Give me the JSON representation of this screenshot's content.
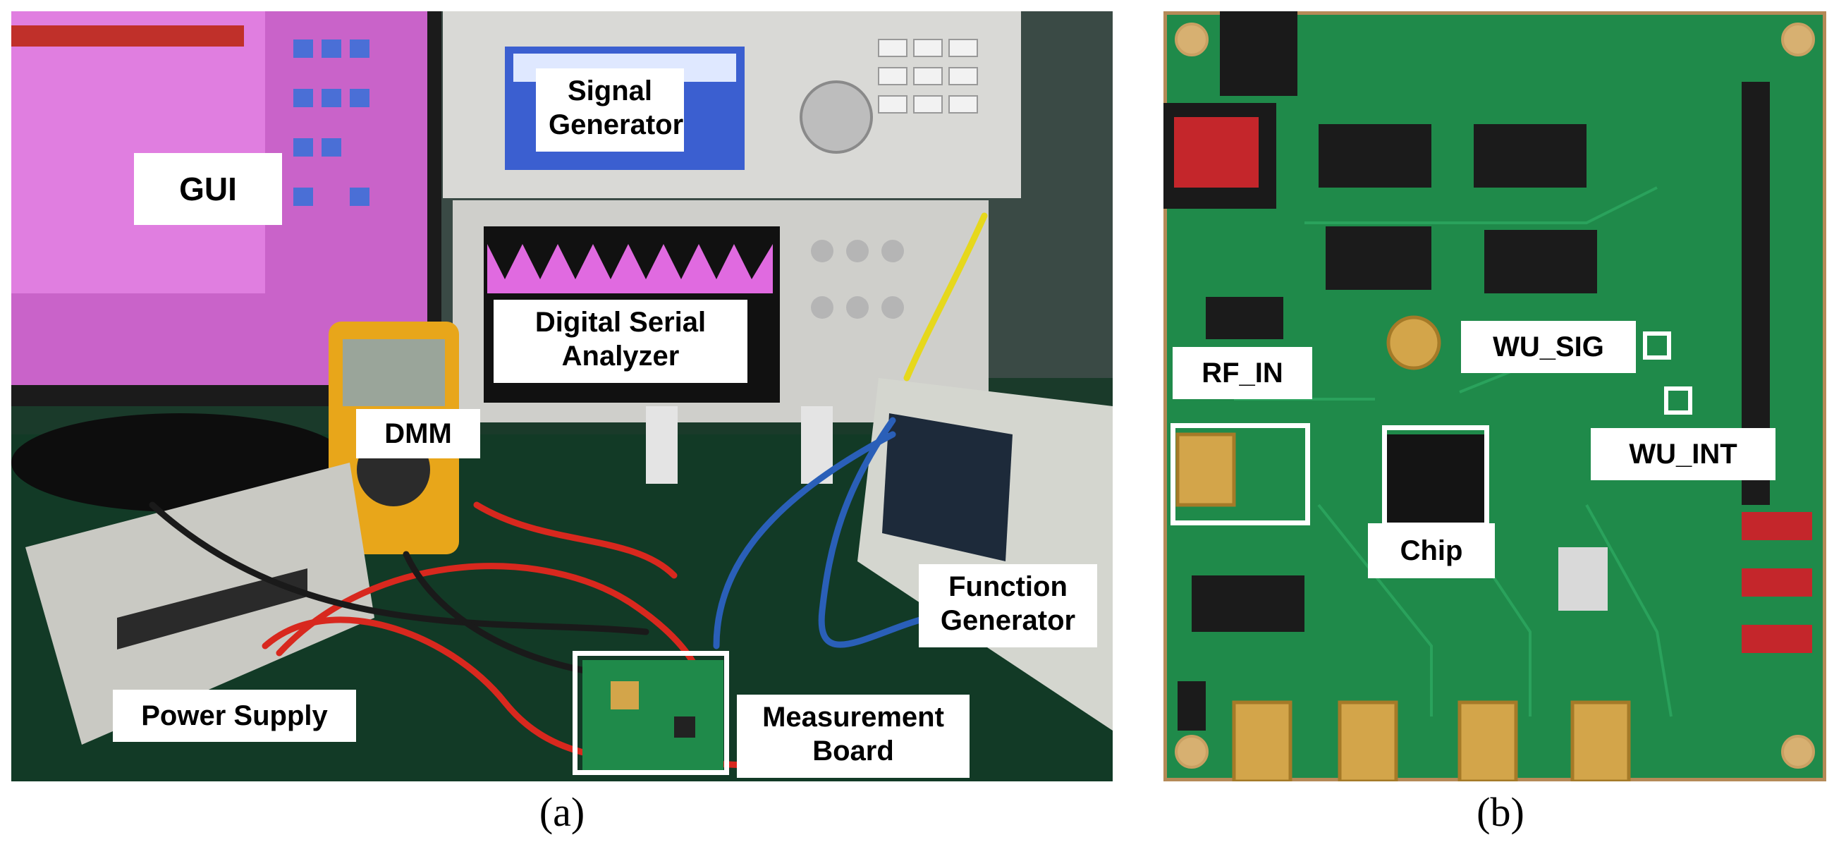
{
  "panel_a": {
    "labels": {
      "gui": "GUI",
      "signal_generator": [
        "Signal",
        "Generator"
      ],
      "digital_serial_analyzer": [
        "Digital Serial",
        "Analyzer"
      ],
      "dmm": "DMM",
      "power_supply": "Power Supply",
      "function_generator": [
        "Function",
        "Generator"
      ],
      "measurement_board": [
        "Measurement",
        "Board"
      ]
    },
    "caption": "(a)"
  },
  "panel_b": {
    "labels": {
      "rf_in": "RF_IN",
      "wu_sig": "WU_SIG",
      "wu_int": "WU_INT",
      "chip": "Chip"
    },
    "caption": "(b)"
  },
  "colors": {
    "board_green": "#1f8a4a",
    "bench_green": "#163a2c",
    "monitor_screen": "#d06fd0",
    "dmm_yellow": "#e8a61a",
    "cable_red": "#d8281e",
    "cable_blue": "#2a5fb8",
    "label_bg": "#ffffff"
  }
}
